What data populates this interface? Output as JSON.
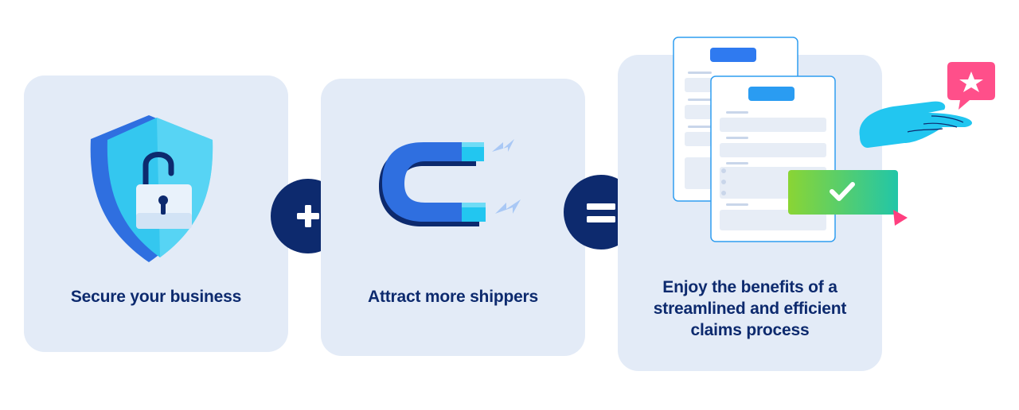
{
  "steps": [
    {
      "label": "Secure your business",
      "icon": "shield-lock-icon"
    },
    {
      "label": "Attract more shippers",
      "icon": "magnet-icon"
    },
    {
      "label": "Enjoy the benefits of a streamlined and efficient claims process",
      "icon": "claims-documents-icon"
    }
  ],
  "operators": [
    {
      "symbol": "plus",
      "icon": "plus-icon"
    },
    {
      "symbol": "equals",
      "icon": "equals-icon"
    }
  ],
  "colors": {
    "card_bg": "#e3ebf7",
    "navy": "#0d2a6e",
    "cyan": "#22c6f0",
    "blue": "#2f6fe0",
    "green": "#7ed33a",
    "pink": "#ff3f7f"
  }
}
